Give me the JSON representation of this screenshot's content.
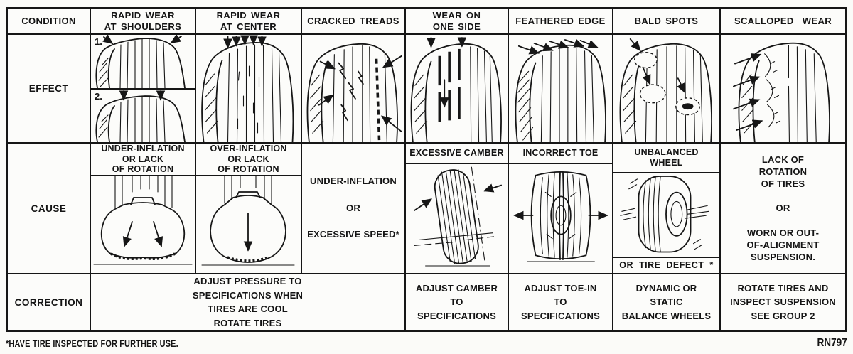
{
  "row_labels": {
    "condition": "CONDITION",
    "effect": "EFFECT",
    "cause": "CAUSE",
    "correction": "CORRECTION"
  },
  "columns": [
    {
      "condition": "RAPID WEAR\nAT SHOULDERS",
      "effect_marker_1": "1.",
      "effect_marker_2": "2.",
      "cause_title": "UNDER-INFLATION\nOR LACK\nOF ROTATION"
    },
    {
      "condition": "RAPID WEAR\nAT CENTER",
      "cause_title": "OVER-INFLATION\nOR LACK\nOF ROTATION"
    },
    {
      "condition": "CRACKED TREADS",
      "cause_text": "UNDER-INFLATION\n\nOR\n\nEXCESSIVE SPEED*"
    },
    {
      "condition": "WEAR ON\nONE SIDE",
      "cause_title": "EXCESSIVE CAMBER",
      "correction": "ADJUST CAMBER\nTO\nSPECIFICATIONS"
    },
    {
      "condition": "FEATHERED EDGE",
      "cause_title": "INCORRECT TOE",
      "correction": "ADJUST TOE-IN\nTO\nSPECIFICATIONS"
    },
    {
      "condition": "BALD SPOTS",
      "cause_title": "UNBALANCED\nWHEEL",
      "cause_footnote": "OR TIRE DEFECT *",
      "correction": "DYNAMIC OR\nSTATIC\nBALANCE WHEELS"
    },
    {
      "condition": "SCALLOPED WEAR",
      "cause_text": "LACK OF\nROTATION\nOF TIRES\n\nOR\n\nWORN OR OUT-\nOF-ALIGNMENT\nSUSPENSION.",
      "correction": "ROTATE TIRES AND\nINSPECT SUSPENSION\nSEE GROUP 2"
    }
  ],
  "merged_correction": "ADJUST PRESSURE TO\nSPECIFICATIONS WHEN\nTIRES ARE COOL\nROTATE TIRES",
  "footer": {
    "note": "*HAVE TIRE INSPECTED FOR FURTHER USE.",
    "code": "RN797"
  }
}
